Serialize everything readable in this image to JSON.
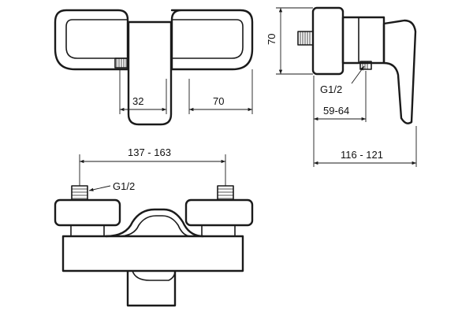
{
  "drawing": {
    "labels": {
      "top_socket_width": "32",
      "top_outlet_offset": "70",
      "side_height": "70",
      "side_thread": "G1/2",
      "side_projection": "59-64",
      "side_depth": "116 - 121",
      "front_centers": "137 - 163",
      "front_thread": "G1/2"
    }
  }
}
